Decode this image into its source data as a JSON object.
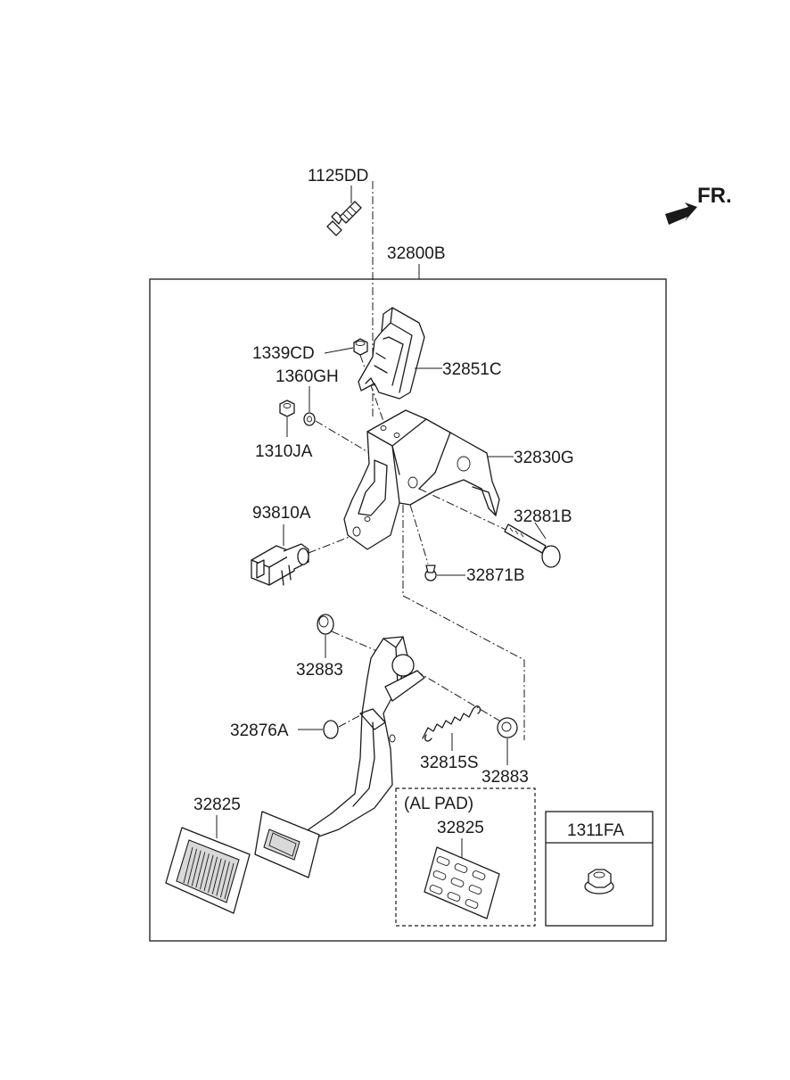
{
  "direction_label": "FR.",
  "callouts": {
    "bolt": "1125DD",
    "assembly": "32800B",
    "nut_upper": "1339CD",
    "washer": "1360GH",
    "bracket_upper": "32851C",
    "nut_side": "1310JA",
    "bracket_main": "32830G",
    "stop_switch": "93810A",
    "pivot_bolt": "32881B",
    "clip": "32871B",
    "bushing_left": "32883",
    "stopper": "32876A",
    "spring": "32815S",
    "bushing_right": "32883",
    "pad_left": "32825",
    "pad_alu": "32825",
    "flange_nut": "1311FA"
  },
  "al_pad_box": {
    "title": "(AL PAD)"
  },
  "nut_box": {
    "title": "1311FA"
  }
}
